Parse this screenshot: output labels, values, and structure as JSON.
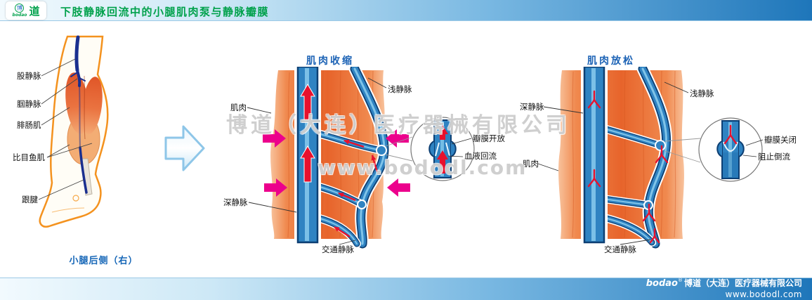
{
  "header": {
    "logo": {
      "symbol": "博",
      "brand": "bodao",
      "dao": "道"
    },
    "title": "下肢静脉回流中的小腿肌肉泵与静脉瓣膜"
  },
  "left_panel": {
    "labels": [
      "股静脉",
      "腘静脉",
      "腓肠肌",
      "比目鱼肌",
      "跟腱"
    ],
    "caption": "小腿后侧（右）"
  },
  "middle_panel": {
    "title": "肌肉收缩",
    "labels": {
      "muscle": "肌肉",
      "superficial": "浅静脉",
      "deep": "深静脉",
      "perforator": "交通静脉"
    },
    "inset": {
      "valve": "瓣膜开放",
      "flow": "血液回流"
    }
  },
  "right_panel": {
    "title": "肌肉放松",
    "labels": {
      "deep": "深静脉",
      "superficial": "浅静脉",
      "muscle": "肌肉",
      "perforator": "交通静脉"
    },
    "inset": {
      "valve": "瓣膜关闭",
      "flow": "阻止倒流"
    }
  },
  "watermark": {
    "line1": "博道（大连）医疗器械有限公司",
    "line2": "www.bododl.com"
  },
  "footer": {
    "brand": "bodao",
    "reg": "®",
    "company": "博道（大连）医疗器械有限公司",
    "website": "www.bododl.com"
  },
  "colors": {
    "header_gradient_end": "#1e76ba",
    "title_green": "#00a14b",
    "panel_title_blue": "#1b62b5",
    "muscle_orange": "#e7642b",
    "vein_blue": "#2f83c2",
    "flow_red": "#e8112d",
    "compression_magenta": "#ec008c",
    "leg_outline_orange": "#f4921e",
    "vein_navy": "#1a2f8f"
  }
}
